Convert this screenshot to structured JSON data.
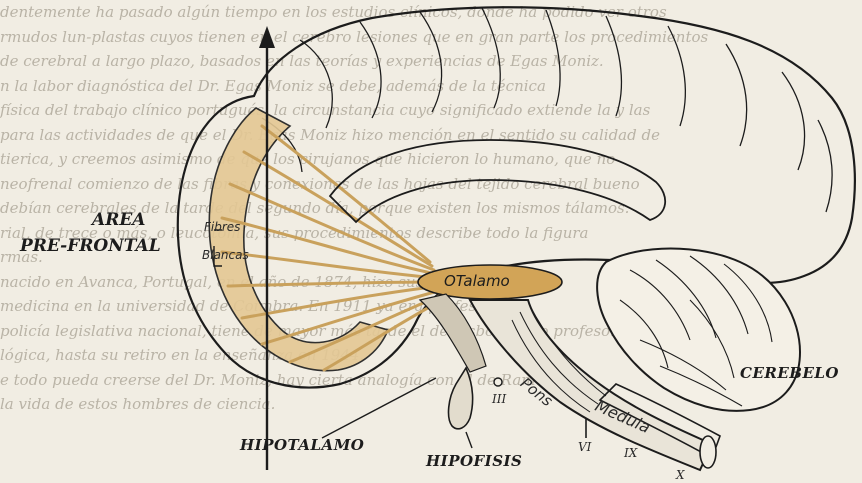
{
  "colors": {
    "paper": "#f1ede3",
    "ink": "#1c1c1c",
    "fiber": "#c9a15c",
    "thalamus": "#d2a457"
  },
  "labels": {
    "area": "AREA",
    "pre_frontal": "PRE-FRONTAL",
    "fibres": "Fibres",
    "blancas": "Blancas",
    "talamo": "OTalamo",
    "cerebelo": "CEREBELO",
    "hipotalamo": "HIPOTALAMO",
    "hipofisis": "HIPOFISIS",
    "pons": "Pons",
    "medula": "Medula",
    "nerve_iii": "III",
    "nerve_vi": "VI",
    "nerve_ix": "IX",
    "nerve_x": "X"
  }
}
